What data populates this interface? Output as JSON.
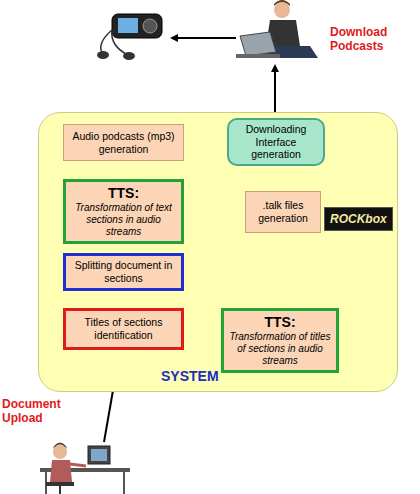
{
  "diagram": {
    "nodes": [
      {
        "text": [
          "SYSTEM"
        ]
      },
      {
        "text": [
          "Audio podcasts (mp3) generation"
        ],
        "in": 0
      },
      {
        "text": [
          "Downloading Interface generation"
        ],
        "in": 0
      },
      {
        "text": [
          "TTS:",
          "Transformation of text sections in audio streams"
        ],
        "in": 0
      },
      {
        "text": [
          ".talk files generation"
        ],
        "in": 0
      },
      {
        "text": [
          "Splitting document in sections"
        ],
        "in": 0
      },
      {
        "text": [
          "Titles of sections identification"
        ],
        "in": 0
      },
      {
        "text": [
          "TTS:",
          "Transformation of titles of sections in audio streams"
        ],
        "in": 0
      }
    ],
    "edges": [
      {
        "from": 6,
        "to": 5,
        "arrow": "to"
      },
      {
        "from": 5,
        "to": 3,
        "arrow": "to"
      },
      {
        "from": 3,
        "to": 1,
        "arrow": "to"
      },
      {
        "from": 1,
        "to": 2,
        "arrow": "to"
      },
      {
        "from": 6,
        "to": 7,
        "arrow": "to"
      },
      {
        "from": 7,
        "to": 4,
        "arrow": "to"
      },
      {
        "from": 4,
        "to": 2,
        "arrow": "to"
      }
    ],
    "labels": [
      "Download Podcasts",
      "Document Upload",
      "ROCKbox"
    ]
  }
}
